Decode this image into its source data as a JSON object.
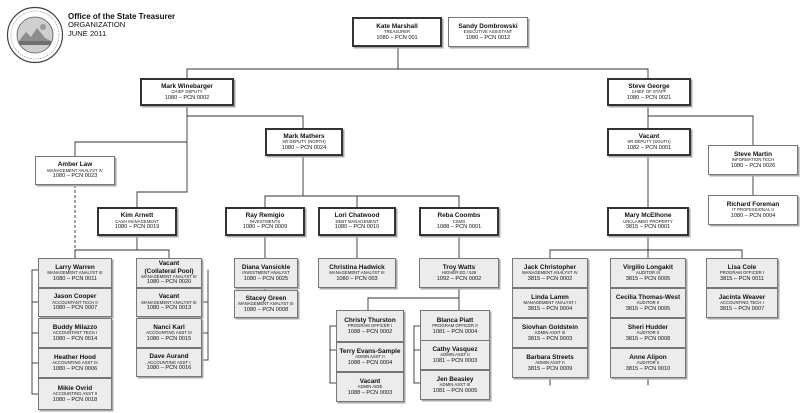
{
  "header": {
    "office": "Office of the State Treasurer",
    "subtitle": "ORGANIZATION",
    "date": "JUNE 2011"
  },
  "boxes": [
    {
      "name": "Kate Marshall",
      "title": "TREASURER",
      "pcn": "1080 – PCN 001"
    },
    {
      "name": "Sandy Dombrowski",
      "title": "EXECUTIVE ASSISTANT",
      "pcn": "1080 – PCN 0012"
    },
    {
      "name": "Mark Winebarger",
      "title": "CHIEF DEPUTY",
      "pcn": "1080 – PCN 0002"
    },
    {
      "name": "Steve George",
      "title": "CHIEF of STAFF",
      "pcn": "1080 – PCN 0021"
    },
    {
      "name": "Mark Mathers",
      "title": "SR DEPUTY (NORTH)",
      "pcn": "1080 – PCN 0024"
    },
    {
      "name": "Vacant",
      "title": "SR DEPUTY (SOUTH)",
      "pcn": "1082 – PCN 0001"
    },
    {
      "name": "Amber Law",
      "title": "MANAGEMENT ANALYST IV",
      "pcn": "1080 – PCN 0023"
    },
    {
      "name": "Steve Martin",
      "title": "INFORMATION TECH",
      "pcn": "1080 – PCN 0026"
    },
    {
      "name": "Richard Foreman",
      "title": "IT PROFESSIONAL II",
      "pcn": "1080 – PCN 0004"
    },
    {
      "name": "Kim Arnett",
      "title": "CASH MANAGEMENT",
      "pcn": "1080 – PCN 0019"
    },
    {
      "name": "Ray Remigio",
      "title": "INVESTMENTS",
      "pcn": "1080 – PCN 0009"
    },
    {
      "name": "Lori Chatwood",
      "title": "DEBT MANAGEMENT",
      "pcn": "1080 – PCN 0010"
    },
    {
      "name": "Reba Coombs",
      "title": "CSMG",
      "pcn": "1088 – PCN 0001"
    },
    {
      "name": "Mary McElhone",
      "title": "UNCLAIMED PROPERTY",
      "pcn": "3815 – PCN 0001"
    },
    {
      "name": "Larry Warren",
      "title": "MANAGEMENT ANALYST III",
      "pcn": "1080 – PCN 0011"
    },
    {
      "name": "Jason Cooper",
      "title": "ACCOUNTANT TECH II",
      "pcn": "1080 – PCN 0007"
    },
    {
      "name": "Buddy Milazzo",
      "title": "ACCOUNTANT TECH I",
      "pcn": "1080 – PCN 0014"
    },
    {
      "name": "Heather Hood",
      "title": "ACCOUNTING ASST III",
      "pcn": "1080 – PCN 0006"
    },
    {
      "name": "Mikie Ovrid",
      "title": "ACCOUNTING ASST II",
      "pcn": "1080 – PCN 0018"
    },
    {
      "name": "Vacant",
      "name2": "(Collateral Pool)",
      "title": "MANAGEMENT ANALYST III",
      "pcn": "1080 – PCN 0020"
    },
    {
      "name": "Vacant",
      "title": "MANAGEMENT ANALYST III",
      "pcn": "1080 – PCN 0013"
    },
    {
      "name": "Nanci Karl",
      "title": "ACCOUNTING ASST III",
      "pcn": "1080 – PCN 0015"
    },
    {
      "name": "Dave Aurand",
      "title": "ACCOUNTING ASST I",
      "pcn": "1080 – PCN 0016"
    },
    {
      "name": "Diana Vansickle",
      "title": "INVESTMENT ANALYST",
      "pcn": "1080 – PCN 0025"
    },
    {
      "name": "Stacey Green",
      "title": "MANAGEMENT ANALYST III",
      "pcn": "1080 – PCN 0008"
    },
    {
      "name": "Christina Hadwick",
      "title": "MANAGEMENT ANALYST III",
      "pcn": "1080 – PCN 003"
    },
    {
      "name": "Troy Watts",
      "title": "HIGHER ED / 529",
      "pcn": "1092 – PCN 0002"
    },
    {
      "name": "Christy Thurston",
      "title": "PROGRAM OFFICER I",
      "pcn": "1088 – PCN 0002"
    },
    {
      "name": "Terry Evans-Sample",
      "title": "ADMIN ASST II",
      "pcn": "1088 – PCN 0004"
    },
    {
      "name": "Vacant",
      "title": "ADMIN AIDE",
      "pcn": "1088 – PCN 0003"
    },
    {
      "name": "Blanca Piatt",
      "title": "PROGRAM OFFICER II",
      "pcn": "1081 – PCN 0004"
    },
    {
      "name": "Cathy Vasquez",
      "title": "ADMIN ASST II",
      "pcn": "1081 – PCN 0003"
    },
    {
      "name": "Jen Beasley",
      "title": "ADMIN ASST III",
      "pcn": "1081 – PCN 0005"
    },
    {
      "name": "Jack Christopher",
      "title": "MANAGEMENT ANALYST IV",
      "pcn": "3815 – PCN 0002"
    },
    {
      "name": "Linda Lamm",
      "title": "MANAGEMENT ANALYST I",
      "pcn": "3815 – PCN 0004"
    },
    {
      "name": "Siovhan Goldstein",
      "title": "ADMIN ASST III",
      "pcn": "3815 – PCN 0003"
    },
    {
      "name": "Barbara Streets",
      "title": "ADMIN ASST II",
      "pcn": "3815 – PCN 0009"
    },
    {
      "name": "Virgilio Longakit",
      "title": "AUDITOR III",
      "pcn": "3815 – PCN 0005"
    },
    {
      "name": "Cecilia Thomas-West",
      "title": "AUDITOR II",
      "pcn": "3815 – PCN 0005"
    },
    {
      "name": "Sheri Hudder",
      "title": "AUDITOR II",
      "pcn": "3815 – PCN 0008"
    },
    {
      "name": "Anne Alipon",
      "title": "AUDITOR II",
      "pcn": "3815 – PCN 0010"
    },
    {
      "name": "Lisa Cole",
      "title": "PROGRAM OFFICER I",
      "pcn": "3815 – PCN 0011"
    },
    {
      "name": "Jacinta Weaver",
      "title": "ACCOUNTING TECH I",
      "pcn": "3815 – PCN 0007"
    }
  ]
}
